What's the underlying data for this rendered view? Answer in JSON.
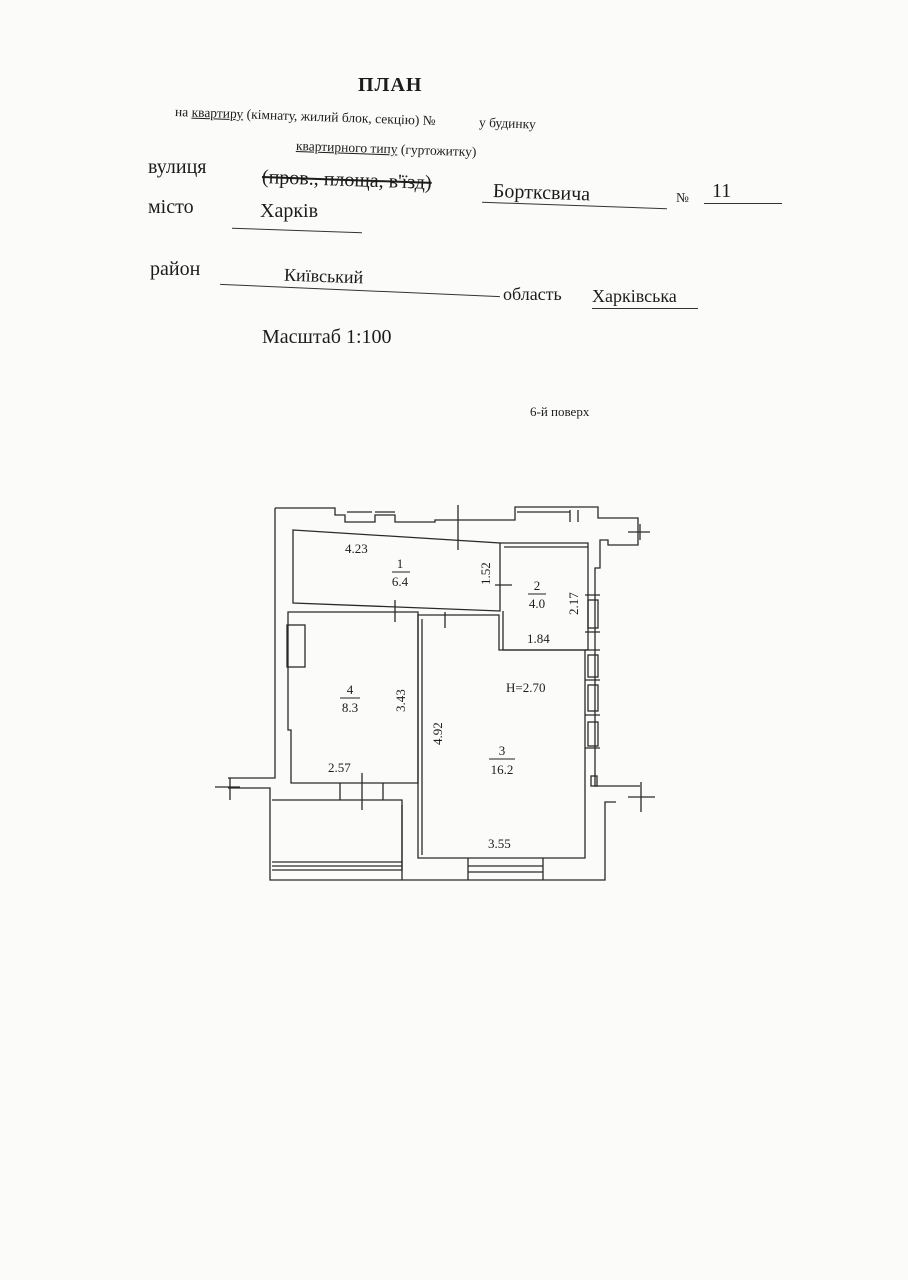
{
  "header": {
    "title": "ПЛАН",
    "line1_prefix": "на",
    "line1_underlined": "квартиру",
    "line1_rest": "(кімнату, жилий блок, секцію) №",
    "line1_suffix": "у будинку",
    "line2_underlined": "квартирного типу",
    "line2_rest": "(гуртожитку)"
  },
  "fields": {
    "street_label": "вулиця",
    "street_type_struck": "(пров., площа, в'їзд)",
    "street_value": "Бортксвича",
    "number_label": "№",
    "number_value": "11",
    "city_label": "місто",
    "city_value": "Харків",
    "district_label": "район",
    "district_value": "Київський",
    "region_label": "область",
    "region_value": "Харківська"
  },
  "scale": "Масштаб 1:100",
  "floor": "6-й поверх",
  "plan": {
    "ceiling_height": "H=2.70",
    "rooms": [
      {
        "number": "1",
        "area": "6.4"
      },
      {
        "number": "2",
        "area": "4.0"
      },
      {
        "number": "3",
        "area": "16.2"
      },
      {
        "number": "4",
        "area": "8.3"
      }
    ],
    "dimensions": [
      "4.23",
      "1.52",
      "2.17",
      "1.84",
      "3.43",
      "4.92",
      "2.57",
      "3.55"
    ]
  }
}
